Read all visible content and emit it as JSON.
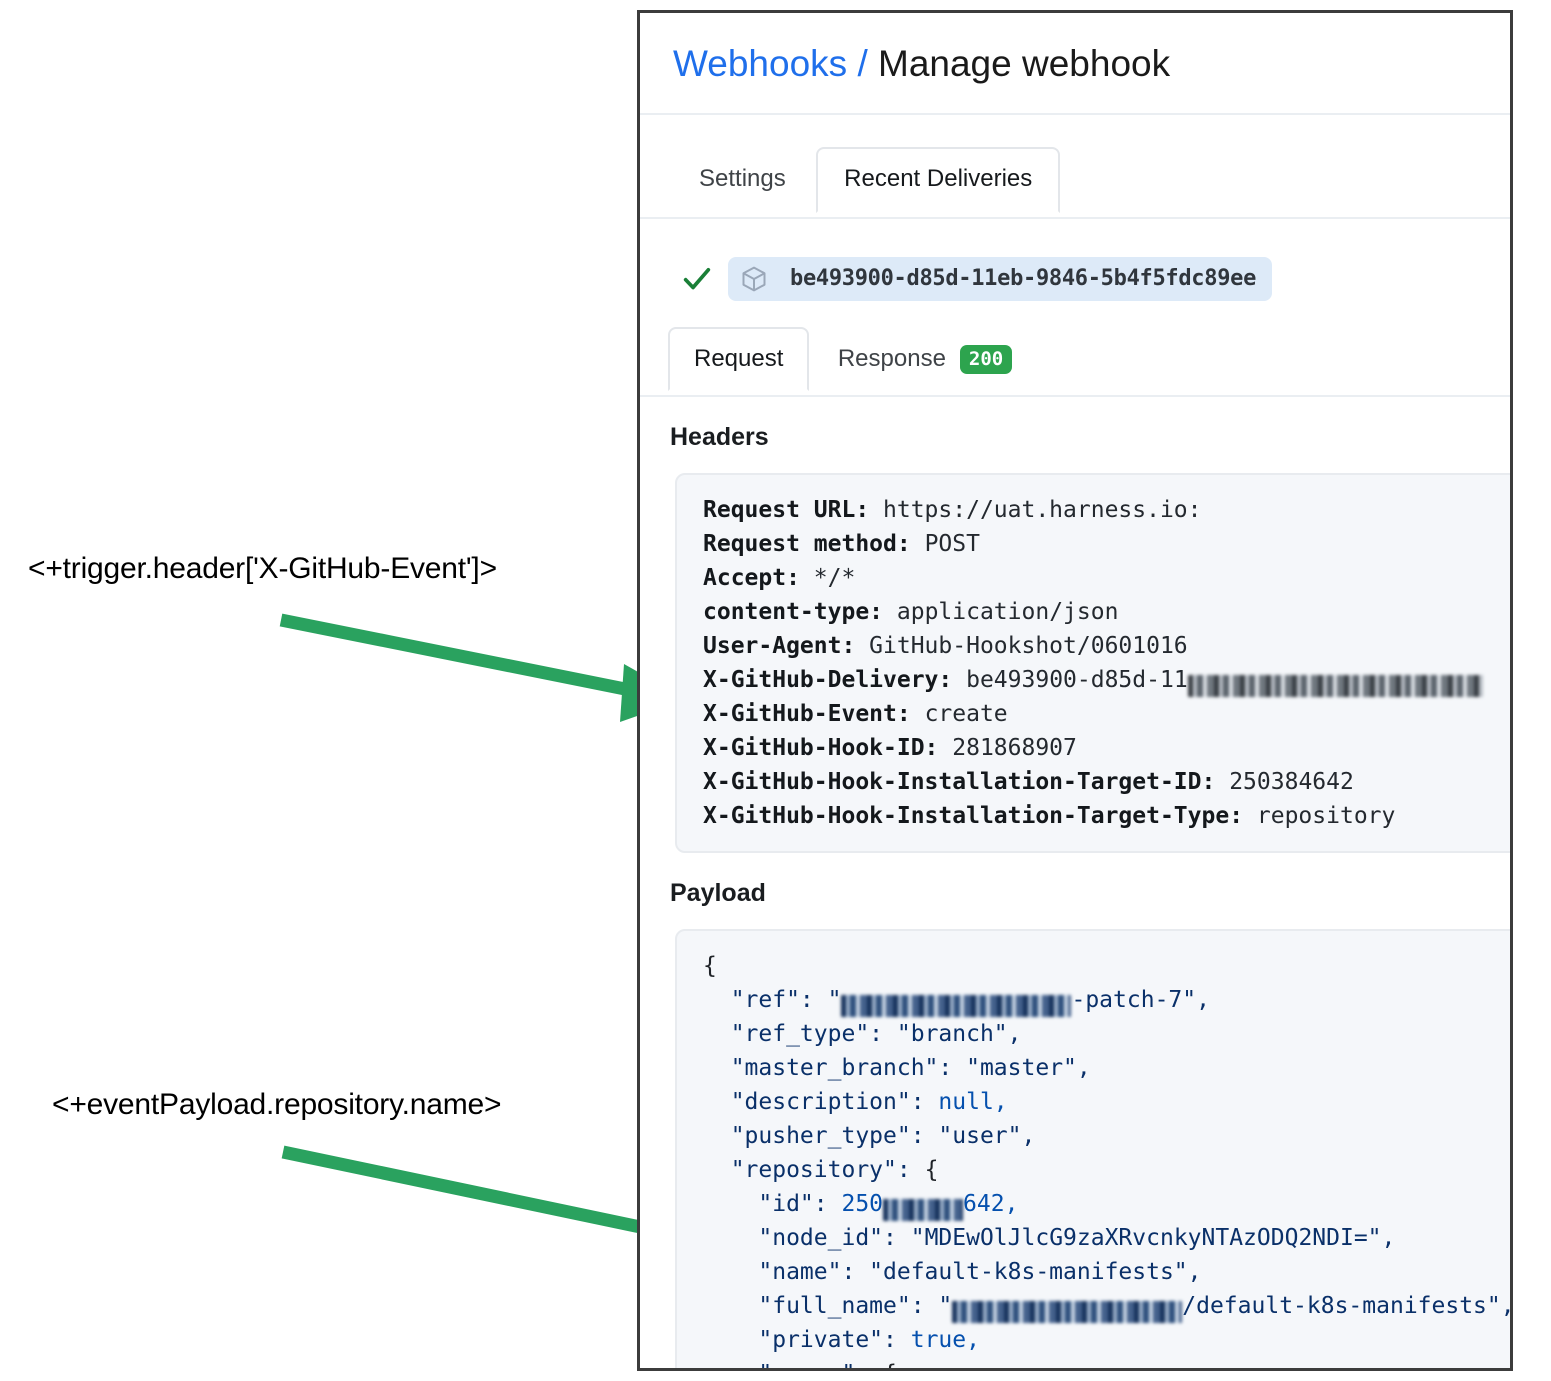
{
  "annotations": [
    {
      "id": "anno-1",
      "text": "<+trigger.header['X-GitHub-Event']>"
    },
    {
      "id": "anno-2",
      "text": "<+eventPayload.repository.name>"
    }
  ],
  "arrow_color": "#2aa25f",
  "panel": {
    "breadcrumb": {
      "link": "Webhooks",
      "separator": "/",
      "current": "Manage webhook",
      "link_color": "#1f6feb"
    },
    "tabs": [
      {
        "label": "Settings",
        "active": false
      },
      {
        "label": "Recent Deliveries",
        "active": true
      }
    ],
    "delivery": {
      "status_icon": "check-icon",
      "package_icon": "cube-icon",
      "id": "be493900-d85d-11eb-9846-5b4f5fdc89ee"
    },
    "subtabs": [
      {
        "label": "Request",
        "active": true,
        "badge": null
      },
      {
        "label": "Response",
        "active": false,
        "badge": "200",
        "badge_color": "#2da44e"
      }
    ],
    "headers_section": {
      "title": "Headers",
      "rows": [
        {
          "key": "Request URL:",
          "value": "https://uat.harness.io:"
        },
        {
          "key": "Request method:",
          "value": "POST"
        },
        {
          "key": "Accept:",
          "value": "*/*"
        },
        {
          "key": "content-type:",
          "value": "application/json"
        },
        {
          "key": "User-Agent:",
          "value": "GitHub-Hookshot/0601016"
        },
        {
          "key": "X-GitHub-Delivery:",
          "value": "be493900-d85d-11",
          "redacted_suffix": true
        },
        {
          "key": "X-GitHub-Event:",
          "value": "create"
        },
        {
          "key": "X-GitHub-Hook-ID:",
          "value": "281868907"
        },
        {
          "key": "X-GitHub-Hook-Installation-Target-ID:",
          "value": "250384642"
        },
        {
          "key": "X-GitHub-Hook-Installation-Target-Type:",
          "value": "repository"
        }
      ]
    },
    "payload_section": {
      "title": "Payload",
      "lines": [
        {
          "indent": 0,
          "raw": "{"
        },
        {
          "indent": 1,
          "key": "\"ref\"",
          "value_prefix": "\"",
          "redacted": true,
          "value_suffix": "-patch-7\",",
          "type": "string"
        },
        {
          "indent": 1,
          "key": "\"ref_type\"",
          "value": "\"branch\",",
          "type": "string"
        },
        {
          "indent": 1,
          "key": "\"master_branch\"",
          "value": "\"master\",",
          "type": "string"
        },
        {
          "indent": 1,
          "key": "\"description\"",
          "value": "null,",
          "type": "literal"
        },
        {
          "indent": 1,
          "key": "\"pusher_type\"",
          "value": "\"user\",",
          "type": "string"
        },
        {
          "indent": 1,
          "key": "\"repository\"",
          "value": "{",
          "type": "punc"
        },
        {
          "indent": 2,
          "key": "\"id\"",
          "value_prefix": "250",
          "redacted": true,
          "value_suffix": "642,",
          "type": "literal"
        },
        {
          "indent": 2,
          "key": "\"node_id\"",
          "value": "\"MDEwOlJlcG9zaXRvcnkyNTAzODQ2NDI=\",",
          "type": "string"
        },
        {
          "indent": 2,
          "key": "\"name\"",
          "value": "\"default-k8s-manifests\",",
          "type": "string"
        },
        {
          "indent": 2,
          "key": "\"full_name\"",
          "value_prefix": "\"",
          "redacted": true,
          "value_suffix": "/default-k8s-manifests\",",
          "type": "string"
        },
        {
          "indent": 2,
          "key": "\"private\"",
          "value": "true,",
          "type": "literal"
        },
        {
          "indent": 2,
          "key": "\"owner\"",
          "value": "{",
          "type": "punc"
        }
      ]
    }
  }
}
